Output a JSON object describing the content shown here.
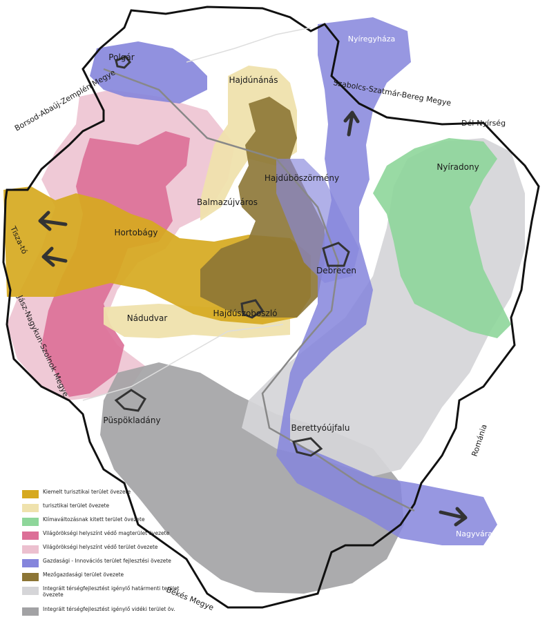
{
  "cities": [
    {
      "id": "polgar",
      "name": "Polgár"
    },
    {
      "id": "hajdunanas",
      "name": "Hajdúnánás"
    },
    {
      "id": "nyiregyhaza",
      "name": "Nyíregyháza"
    },
    {
      "id": "hajduboszormeny",
      "name": "Hajdúböszörmény"
    },
    {
      "id": "balmazujvaros",
      "name": "Balmazújváros"
    },
    {
      "id": "hortobagy",
      "name": "Hortobágy"
    },
    {
      "id": "debrecen",
      "name": "Debrecen"
    },
    {
      "id": "nadudvar",
      "name": "Nádudvar"
    },
    {
      "id": "hajduszoboszlo",
      "name": "Hajdúszoboszló"
    },
    {
      "id": "nyiradony",
      "name": "Nyíradony"
    },
    {
      "id": "puspokladany",
      "name": "Püspökladány"
    },
    {
      "id": "berettyoujfalu",
      "name": "Berettyóújfalu"
    },
    {
      "id": "nagyvarad",
      "name": "Nagyvárad"
    }
  ],
  "regions": [
    {
      "id": "borsod",
      "name": "Borsod-Abaúj-Zemplén Megye"
    },
    {
      "id": "szabolcs",
      "name": "Szabolcs-Szatmár-Bereg Megye"
    },
    {
      "id": "del-nyirseg",
      "name": "Dél-Nyírség"
    },
    {
      "id": "tisza-to",
      "name": "Tisza-tó"
    },
    {
      "id": "jasz",
      "name": "Jász-Nagykun-Szolnok Megye"
    },
    {
      "id": "romania",
      "name": "Románia"
    },
    {
      "id": "bekes",
      "name": "Békés Megye"
    }
  ],
  "legend": [
    {
      "color": "#d6a91f",
      "label": "Kiemelt turisztikai terület övezete"
    },
    {
      "color": "#efe2ad",
      "label": "turisztikai terület övezete"
    },
    {
      "color": "#8ed69a",
      "label": "Klímaváltozásnak kitett terület övezete"
    },
    {
      "color": "#dc6f97",
      "label": "Világörökségi helyszínt védő magterület övezete"
    },
    {
      "color": "#ecc0cf",
      "label": "Világörökségi helyszínt védő terület övezete"
    },
    {
      "color": "#8585dc",
      "label": "Gazdasági - Innovációs terület fejlesztési övezete"
    },
    {
      "color": "#8c7535",
      "label": "Mezőgazdasági terület övezete"
    },
    {
      "color": "#d5d5d8",
      "label": "Integrált térségfejlesztést igénylő határmenti terület övezete"
    },
    {
      "color": "#a2a2a4",
      "label": "Integrált térségfejlesztést igénylő vidéki terület öv."
    }
  ]
}
